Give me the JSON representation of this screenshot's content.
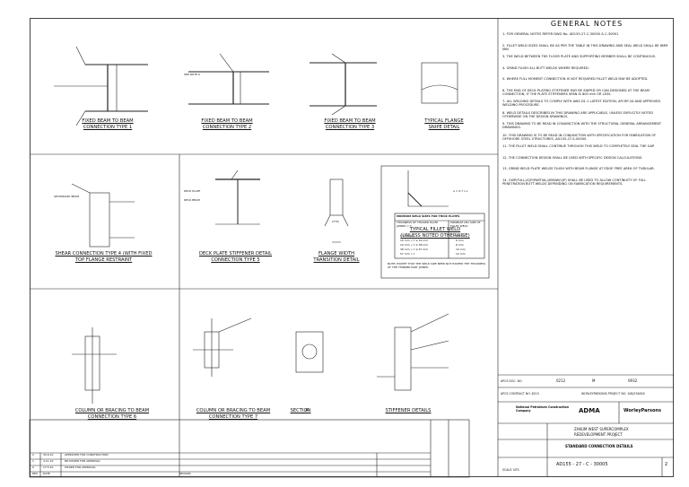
{
  "notes": {
    "title": "GENERAL NOTES",
    "items": [
      "1.  FOR GENERAL NOTES REFER DWG No. AD155-27-C-30000 & C-30001",
      "2.  FILLET WELD SIZES SHALL BE AS PER THE TABLE IN THIS DRAWING AND SEAL WELD SHALL BE 6MM MIN",
      "3.  THE WELD BETWEEN THE FLOOR PLATE AND SUPPORTING MEMBER SHALL BE CONTINUOUS.",
      "4.  GRIND FLUSH ALL BUTT WELDS WHERE REQUIRED.",
      "5.  WHERE FULL MOMENT CONNECTION IS NOT REQUIRED FILLET WELD MAY BE ADOPTED.",
      "6.  THE END OF DECK PLATING STIFFENER MAY BE SNIPED OR CAN DESIGNED AT THE BEAM CONNECTION, IF THE PLATE STIFFENERS SPAN IS 800 mm OR LESS.",
      "7.  ALL WELDING DETAILS TO COMPLY WITH AWS D1.1 LATEST EDITION, API RP-2A AND APPROVED WELDING PROCEDURE.",
      "8.  WELD DETAILS DESCRIBED IN THIS DRAWING ARE APPLICABLE, UNLESS EXPLICITLY NOTED OTHERWISE ON THE DESIGN DRAWINGS.",
      "9.  THIS DRAWING TO BE READ IN CONJUNCTION WITH THE STRUCTURAL GENERAL ARRANGEMENT DRAWINGS.",
      "10. THIS DRAWING IS TO BE READ IN CONJUNCTION WITH SPECIFICATION FOR FABRICATION OF OFFSHORE STEEL STRUCTURES, AD155-27-S-00000.",
      "11. THE FILLET WELD SHALL CONTINUE THROUGH THIS WELD TO COMPLETELY SEAL THE GAP.",
      "12. THE CONNECTION DESIGN SHALL BE USED WITH SPECIFIC DESIGN CALCULATIONS.",
      "13. GRIND WELD PLATE WELDS FLUSH WITH BEAM FLANGE AT EDGE FREE AREA OF TUBULAR.",
      "14. CWP(FULL)/CJP(PARTIAL)/SMAW(CJP) SHALL BE USED TO ALLOW CONTINUITY OF FULL PENETRATION BUTT WELDS DEPENDING ON FABRICATION REQUIREMENTS."
    ]
  },
  "details": {
    "d1": "FIXED BEAM TO BEAM\nCONNECTION TYPE 1",
    "d2": "FIXED BEAM TO BEAM\nCONNECTION TYPE 2",
    "d3": "FIXED BEAM TO BEAM\nCONNECTION TYPE 3",
    "d4": "TYPICAL FLANGE\nSNIPE DETAIL",
    "d5": "SHEAR CONNECTION TYPE 4 (WITH FIXED\nTOP FLANGE RESTRAINT",
    "d6": "DECK PLATE STIFFENER DETAIL\nCONNECTION TYPE 5",
    "d7": "FLANGE WIDTH\nTRANSITION DETAIL",
    "d8": "TYPICAL FILLET WELD\n(UNLESS NOTED OTHERWISE)",
    "d9": "COLUMN OR BRACING TO BEAM\nCONNECTION TYPE 6",
    "d10": "COLUMN OR BRACING TO BEAM\nCONNECTION TYPE 7",
    "d11": "SECTION",
    "d12": "STIFFENER DETAILS"
  },
  "weld_table": {
    "title": "MINIMUM WELD SIZES FOR THICK PLATES",
    "col1": "THICKNESS OF THICKER PLATE JOINED = T",
    "col2": "MINIMUM LEG SIZE OF FILLET WELD",
    "rows": [
      [
        "t ≤ 10 mm",
        "5 mm"
      ],
      [
        "10 mm < t ≤ 19 mm",
        "6 mm"
      ],
      [
        "19 mm < t ≤ 38 mm",
        "8 mm"
      ],
      [
        "38 mm < t ≤ 57 mm",
        "10 mm"
      ],
      [
        "57 mm < t",
        "12 mm"
      ]
    ],
    "note": "NOTE: EXCEPT THAT THE WELD SIZE NEED NOT EXCEED THE THICKNESS OF THE THINNER PART JOINED."
  },
  "callouts": {
    "see_note": "SEE NOTE 6",
    "secondary_beam": "SECONDARY BEAM",
    "deck_beam": "DECK BEAM",
    "deck_plate": "DECK PLATE",
    "section_mark": "A",
    "typ": "(TYP)",
    "weld_formula": "a = 0.7 x s"
  },
  "title_block": {
    "apcs_doc_no": "APCS DOC. NO.",
    "doc_parts": [
      "0212",
      "M",
      "0932"
    ],
    "apcs_contract": "APCS CONTRACT NO. 6215",
    "wp_project": "WORLEYPARSONS PROJECT NO. 108/034816",
    "client1": "National Petroleum Construction Company",
    "client2": "ADMA",
    "contractor": "WorleyParsons",
    "project1": "ZAKUM WEST SUPERCOMPLEX",
    "project2": "REDEVELOPMENT PROJECT",
    "title1": "STANDARD CONNECTION DETAILS",
    "drawing_no": "AD155 - 27 - C - 30005",
    "rev": "2",
    "scale": "SCALE: NTS",
    "revisions": [
      [
        "2",
        "30.6.10",
        "APPROVED FOR CONSTRUCTION"
      ],
      [
        "1",
        "4.11.10",
        "RE-ISSUED FOR APPROVAL"
      ],
      [
        "0",
        "17.5.10",
        "ISSUED FOR APPROVAL"
      ]
    ],
    "rev_hdr": [
      "REV",
      "DATE",
      "REASON"
    ]
  }
}
